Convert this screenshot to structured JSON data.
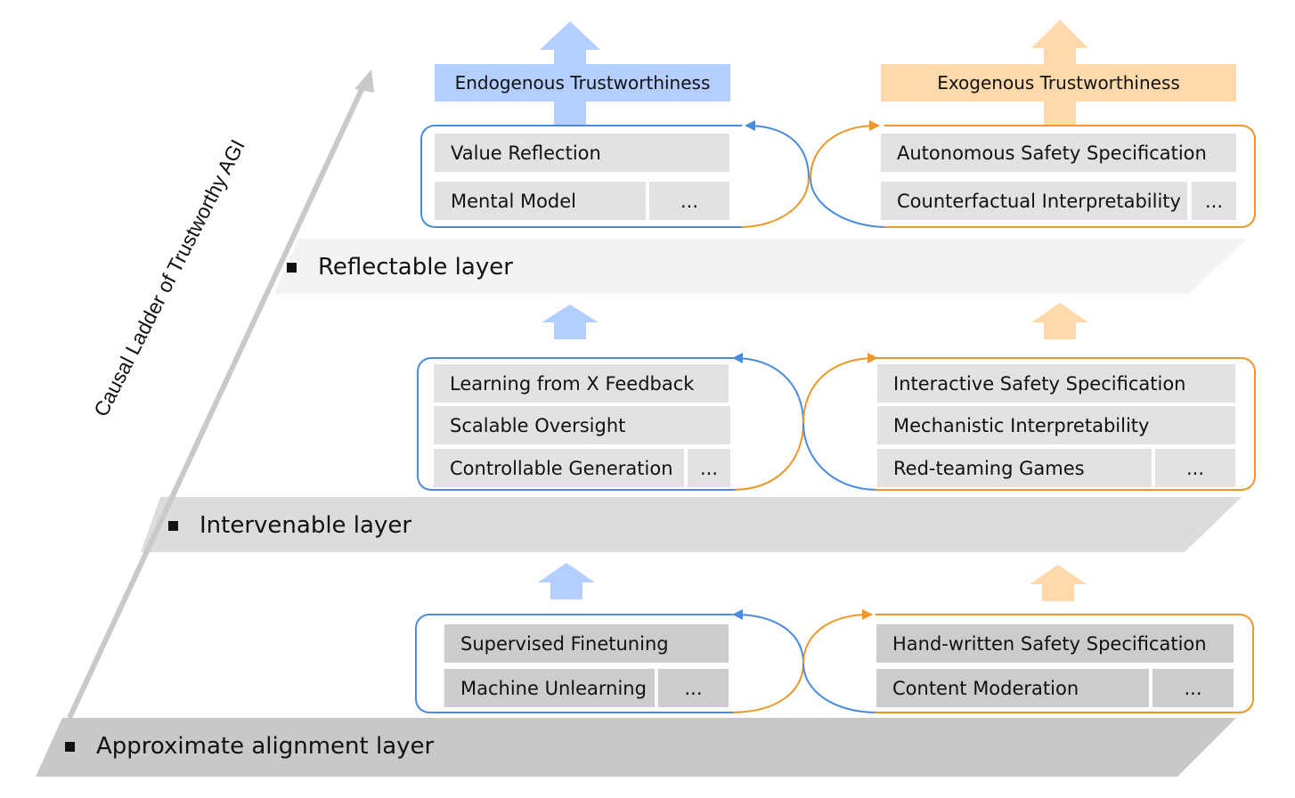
{
  "ladder_label": "Causal Ladder of Trustworthy AGI",
  "heads": {
    "endogenous": "Endogenous Trustworthiness",
    "exogenous": "Exogenous Trustworthiness"
  },
  "layers": {
    "reflectable": "Reflectable layer",
    "intervenable": "Intervenable layer",
    "approximate": "Approximate alignment layer"
  },
  "reflectable": {
    "endo": [
      "Value Reflection",
      "Mental Model",
      "..."
    ],
    "exo": [
      "Autonomous Safety Specification",
      "Counterfactual  Interpretability",
      "..."
    ]
  },
  "intervenable": {
    "endo": [
      "Learning from X Feedback",
      "Scalable Oversight",
      "Controllable Generation",
      "..."
    ],
    "exo": [
      "Interactive Safety Specification",
      "Mechanistic Interpretability",
      "Red-teaming Games",
      "..."
    ]
  },
  "approximate": {
    "endo": [
      "Supervised Finetuning",
      "Machine Unlearning",
      "..."
    ],
    "exo": [
      "Hand-written Safety Specification",
      "Content Moderation",
      "..."
    ]
  },
  "colors": {
    "blue": "#4a8be0",
    "orange": "#ec9728",
    "blue_fill": "#b3ceff",
    "orange_fill": "#fdd9ac"
  }
}
